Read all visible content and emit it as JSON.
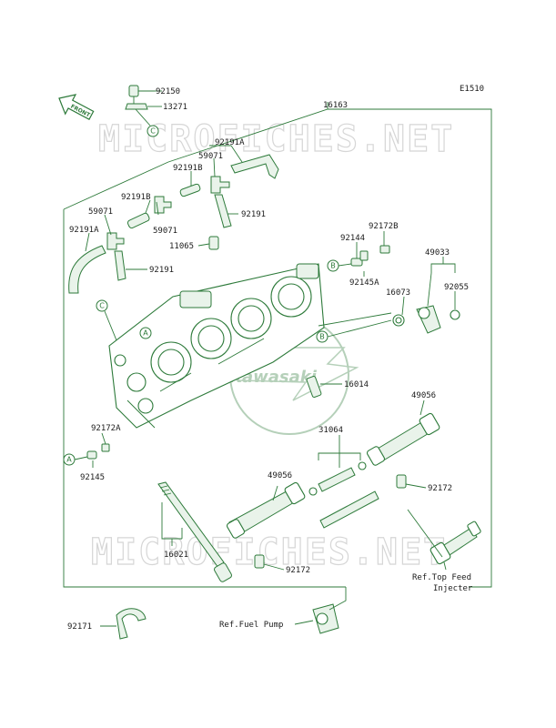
{
  "figure_code": "E1510",
  "watermark": "MICROFICHES.NET",
  "brand_watermark": "Kawasaki",
  "front_arrow_label": "FRONT",
  "callout_letters": [
    "A",
    "B",
    "C"
  ],
  "part_labels": {
    "p92150": "92150",
    "p13271": "13271",
    "p16163": "16163",
    "p92191A_top": "92191A",
    "p59071_top": "59071",
    "p92191B_top": "92191B",
    "p92191B_left": "92191B",
    "p59071_left": "59071",
    "p59071_mid": "59071",
    "p92191_right": "92191",
    "p92191A_left": "92191A",
    "p11065": "11065",
    "p92191_mid": "92191",
    "p92144": "92144",
    "p92172B": "92172B",
    "p49033": "49033",
    "p92145A": "92145A",
    "p16073": "16073",
    "p92055": "92055",
    "p16014": "16014",
    "p49056_right": "49056",
    "p31064": "31064",
    "p92172A": "92172A",
    "p92145": "92145",
    "p49056_mid": "49056",
    "p92172_right": "92172",
    "p16021": "16021",
    "p92172_mid": "92172",
    "p92171": "92171"
  },
  "references": {
    "top_feed_line1": "Ref.Top Feed",
    "top_feed_line2": "Injecter",
    "fuel_pump": "Ref.Fuel Pump"
  }
}
